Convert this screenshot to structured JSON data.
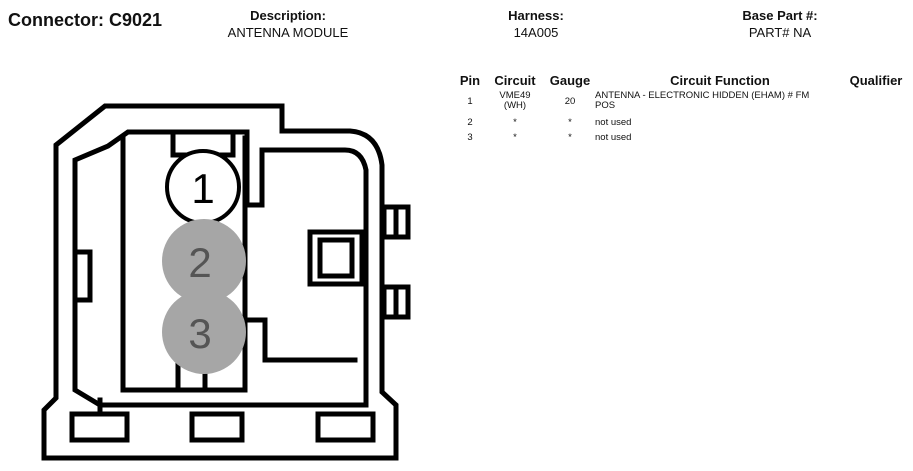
{
  "connector": {
    "title": "Connector: C9021"
  },
  "header": {
    "description_label": "Description:",
    "description_value": "ANTENNA MODULE",
    "harness_label": "Harness:",
    "harness_value": "14A005",
    "base_part_label": "Base Part #:",
    "base_part_value": "PART# NA"
  },
  "table": {
    "columns": [
      "Pin",
      "Circuit",
      "Gauge",
      "Circuit Function",
      "Qualifier"
    ],
    "rows": [
      {
        "pin": "1",
        "circuit_line1": "VME49",
        "circuit_line2": "(WH)",
        "gauge": "20",
        "function_line1": "ANTENNA - ELECTRONIC HIDDEN (EHAM) # FM",
        "function_line2": "POS",
        "qualifier": ""
      },
      {
        "pin": "2",
        "circuit_line1": "*",
        "circuit_line2": "",
        "gauge": "*",
        "function_line1": "not used",
        "function_line2": "",
        "qualifier": ""
      },
      {
        "pin": "3",
        "circuit_line1": "*",
        "circuit_line2": "",
        "gauge": "*",
        "function_line1": "not used",
        "function_line2": "",
        "qualifier": ""
      }
    ]
  },
  "diagram": {
    "pins": [
      {
        "label": "1",
        "state": "used"
      },
      {
        "label": "2",
        "state": "not used"
      },
      {
        "label": "3",
        "state": "not used"
      }
    ],
    "colors": {
      "outline": "#000000",
      "unused_pin_fill": "#a6a6a6",
      "unused_pin_text": "#555555",
      "used_pin_fill": "#ffffff"
    }
  }
}
